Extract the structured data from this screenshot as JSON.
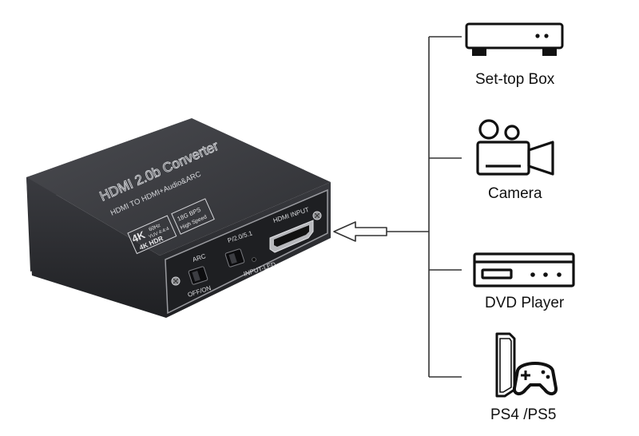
{
  "device": {
    "title": "HDMI 2.0b Converter",
    "subtitle": "HDMI TO HDMI+Audio&ARC",
    "badge_4k": "4K",
    "badge_hz": "60Hz",
    "badge_yuv": "YUV 4:4:4",
    "badge_4k_hdr": "4K HDR",
    "badge_speed_value": "18G BPS",
    "badge_speed_text": "High Speed",
    "hdmi_input_label": "HDMI INPUT",
    "audio_switch_label": "P/2.0/5.1",
    "input_led_label": "INPUT-LED",
    "arc_label": "ARC",
    "arc_state_label": "OFF/ON"
  },
  "sources": [
    {
      "name": "Set-top Box",
      "icon": "set-top-box-icon"
    },
    {
      "name": "Camera",
      "icon": "camera-icon"
    },
    {
      "name": "DVD Player",
      "icon": "dvd-player-icon"
    },
    {
      "name": "PS4 /PS5",
      "icon": "game-console-icon"
    }
  ],
  "colors": {
    "device_body": "#3a3b3f",
    "device_front": "#2b2c30",
    "line": "#333333",
    "icon": "#111111"
  }
}
